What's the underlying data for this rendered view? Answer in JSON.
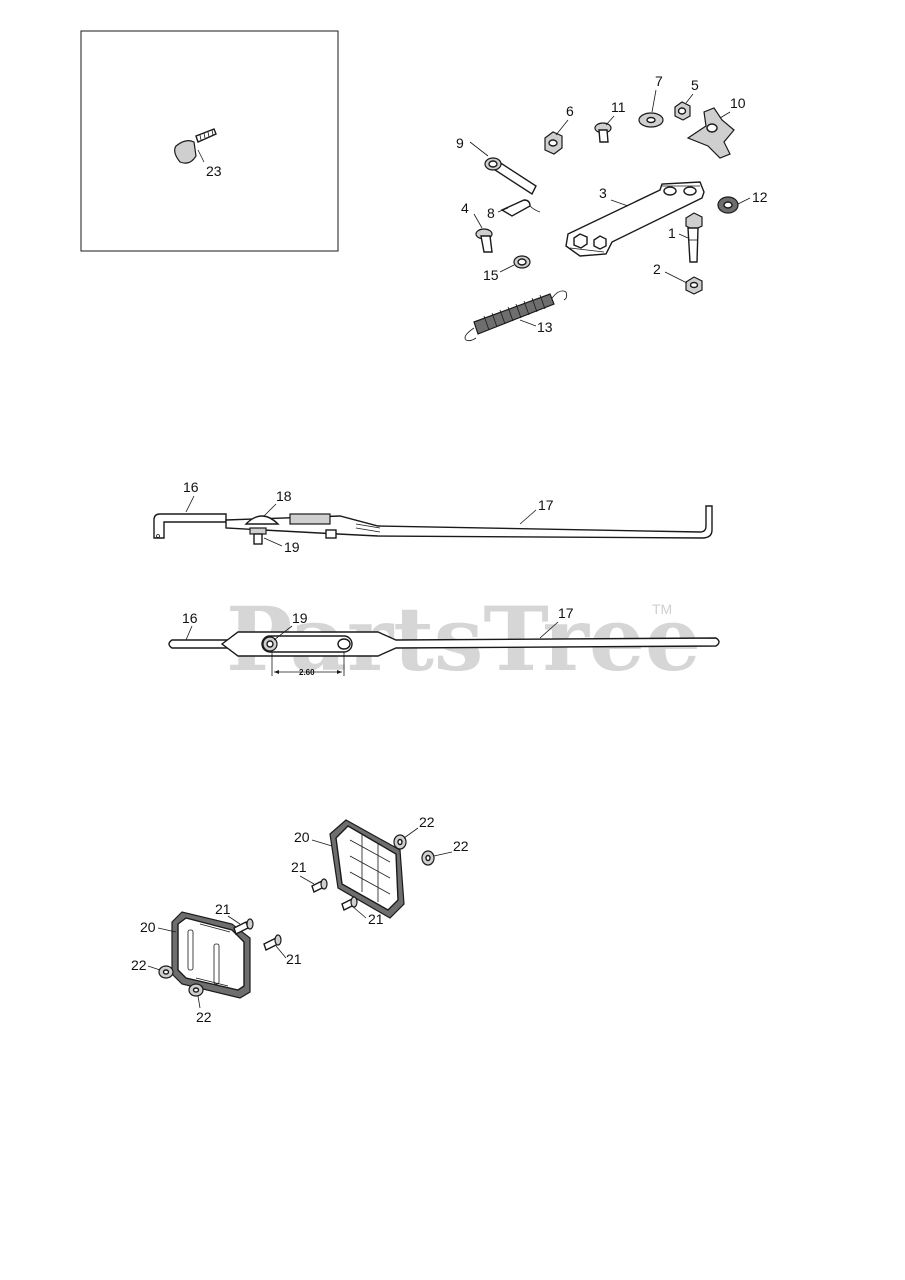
{
  "callouts": {
    "c1": "1",
    "c2": "2",
    "c3": "3",
    "c4": "4",
    "c5": "5",
    "c6": "6",
    "c7": "7",
    "c8": "8",
    "c9": "9",
    "c10": "10",
    "c11": "11",
    "c12": "12",
    "c13": "13",
    "c15": "15",
    "c16a": "16",
    "c17a": "17",
    "c18": "18",
    "c19a": "19",
    "c16b": "16",
    "c19b": "19",
    "c17b": "17",
    "c20a": "20",
    "c21a": "21",
    "c21b": "21",
    "c22a": "22",
    "c22b": "22",
    "c20b": "20",
    "c21c": "21",
    "c21d": "21",
    "c22c": "22",
    "c22d": "22",
    "c23": "23"
  },
  "dimension": "2.60",
  "watermark": {
    "text": "PartsTree",
    "trademark": "TM"
  }
}
